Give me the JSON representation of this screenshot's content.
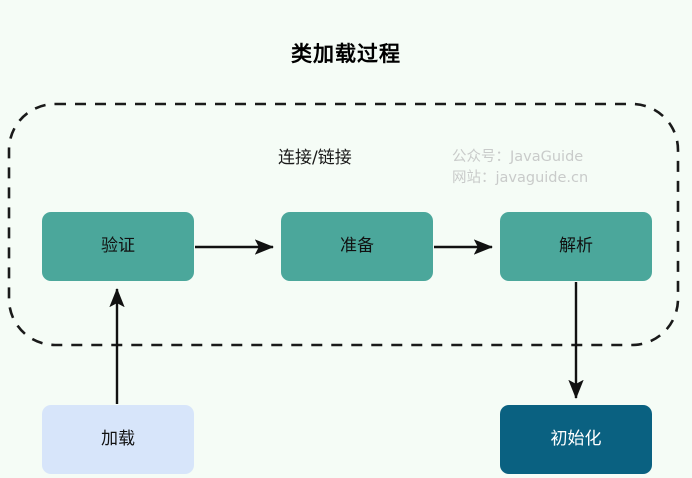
{
  "diagram": {
    "title": "类加载过程",
    "background_color": "#f5fcf6",
    "group": {
      "label": "连接/链接",
      "border_style": "dashed",
      "border_color": "#1a1a1a"
    },
    "watermark": {
      "line1": "公众号：JavaGuide",
      "line2": "网站：javaguide.cn",
      "color": "#c9cbca"
    },
    "colors": {
      "teal": "#4ba79b",
      "light_blue": "#d7e5fa",
      "dark_blue": "#0a6181",
      "arrow": "#111111"
    },
    "nodes": [
      {
        "id": "load",
        "label": "加载",
        "fill": "#d7e5fa",
        "text_color": "#111111"
      },
      {
        "id": "verify",
        "label": "验证",
        "fill": "#4ba79b",
        "text_color": "#111111"
      },
      {
        "id": "prepare",
        "label": "准备",
        "fill": "#4ba79b",
        "text_color": "#111111"
      },
      {
        "id": "resolve",
        "label": "解析",
        "fill": "#4ba79b",
        "text_color": "#111111"
      },
      {
        "id": "init",
        "label": "初始化",
        "fill": "#0a6181",
        "text_color": "#ffffff"
      }
    ],
    "edges": [
      {
        "from": "load",
        "to": "verify",
        "direction": "up"
      },
      {
        "from": "verify",
        "to": "prepare",
        "direction": "right"
      },
      {
        "from": "prepare",
        "to": "resolve",
        "direction": "right"
      },
      {
        "from": "resolve",
        "to": "init",
        "direction": "down"
      }
    ]
  }
}
